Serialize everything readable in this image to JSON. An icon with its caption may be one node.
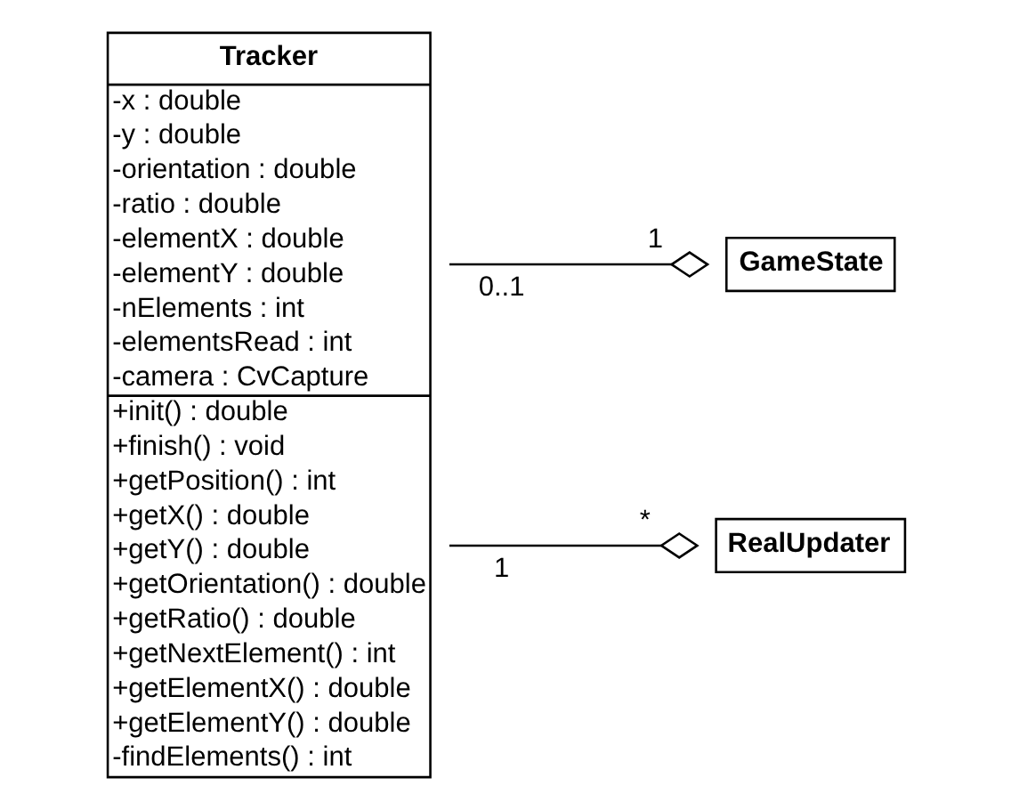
{
  "diagram": {
    "nodes": [
      {
        "text": [
          "Tracker",
          "-x : double",
          "-y : double",
          "-orientation : double",
          "-ratio : double",
          "-elementX : double",
          "-elementY : double",
          "-nElements : int",
          "-elementsRead : int",
          "-camera : CvCapture",
          "+init() : double",
          "+finish() : void",
          "+getPosition() : int",
          "+getX() : double",
          "+getY() : double",
          "+getOrientation() : double",
          "+getRatio() : double",
          "+getNextElement() : int",
          "+getElementX() : double",
          "+getElementY() : double",
          "-findElements() : int"
        ]
      },
      {
        "text": [
          "GameState"
        ]
      },
      {
        "text": [
          "RealUpdater"
        ]
      }
    ],
    "edges": [
      {
        "from": 0,
        "to": 1,
        "arrow": "other"
      },
      {
        "from": 0,
        "to": 2,
        "arrow": "other"
      }
    ],
    "labels": [
      "1",
      "0..1",
      "1",
      "*"
    ]
  }
}
